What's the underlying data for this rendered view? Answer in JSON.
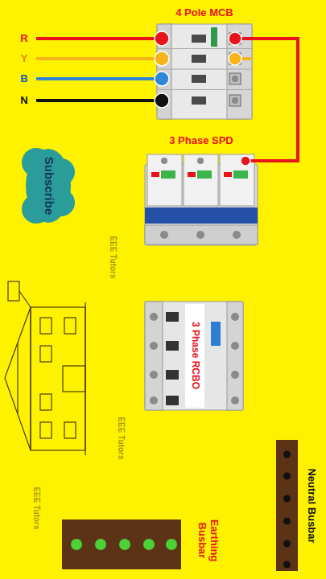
{
  "diagram": {
    "nodes": [
      {
        "text": [
          "4 Pole MCB"
        ]
      },
      {
        "text": [
          "Subscribe"
        ]
      },
      {
        "text": [
          "3 Phase SPD"
        ]
      },
      {
        "text": [
          "3 Phase RCBO"
        ]
      },
      {
        "text": [
          "Earthing Busbar"
        ]
      },
      {
        "text": [
          "Neutral Busbar"
        ]
      }
    ],
    "edges": [
      {
        "from": 0,
        "to": 2,
        "arrow": "none"
      }
    ],
    "labels": [
      "R",
      "Y",
      "B",
      "N",
      "EEE Tutors",
      "EEE Tutors",
      "EEE Tutors"
    ]
  }
}
